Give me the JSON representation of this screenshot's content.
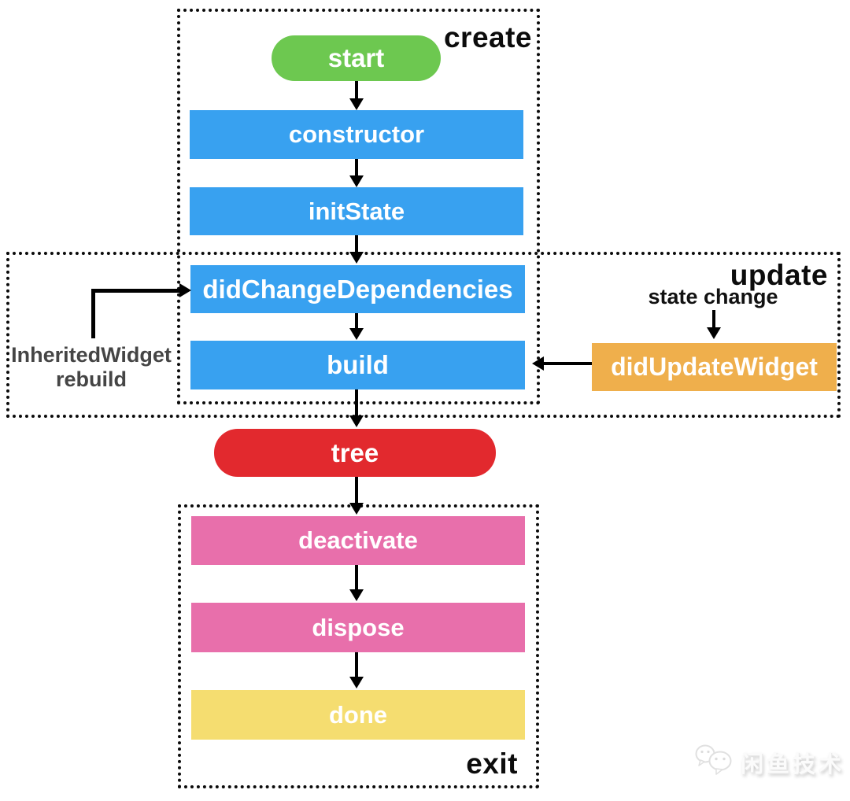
{
  "groups": {
    "create": {
      "label": "create"
    },
    "update": {
      "label": "update"
    },
    "exit": {
      "label": "exit"
    }
  },
  "nodes": {
    "start": {
      "label": "start",
      "color": "#6dc850"
    },
    "constructor": {
      "label": "constructor",
      "color": "#38a1f0"
    },
    "init_state": {
      "label": "initState",
      "color": "#38a1f0"
    },
    "did_change_dependencies": {
      "label": "didChangeDependencies",
      "color": "#38a1f0"
    },
    "build": {
      "label": "build",
      "color": "#38a1f0"
    },
    "did_update_widget": {
      "label": "didUpdateWidget",
      "color": "#efaf4c"
    },
    "tree": {
      "label": "tree",
      "color": "#e2292e"
    },
    "deactivate": {
      "label": "deactivate",
      "color": "#e86fab"
    },
    "dispose": {
      "label": "dispose",
      "color": "#e86fab"
    },
    "done": {
      "label": "done",
      "color": "#f5dd70"
    }
  },
  "annotations": {
    "state_change": "state change",
    "inherited_rebuild_line1": "InheritedWidget",
    "inherited_rebuild_line2": "rebuild"
  },
  "watermark": {
    "text": "闲鱼技术"
  },
  "colors": {
    "background": "#ffffff",
    "outline": "#0b0b0b",
    "arrow": "#000000",
    "node_text": "#ffffff",
    "group_label_text": "#0c0c0c",
    "annotation_text": "#454545",
    "watermark_text": "#fbfbfb"
  }
}
